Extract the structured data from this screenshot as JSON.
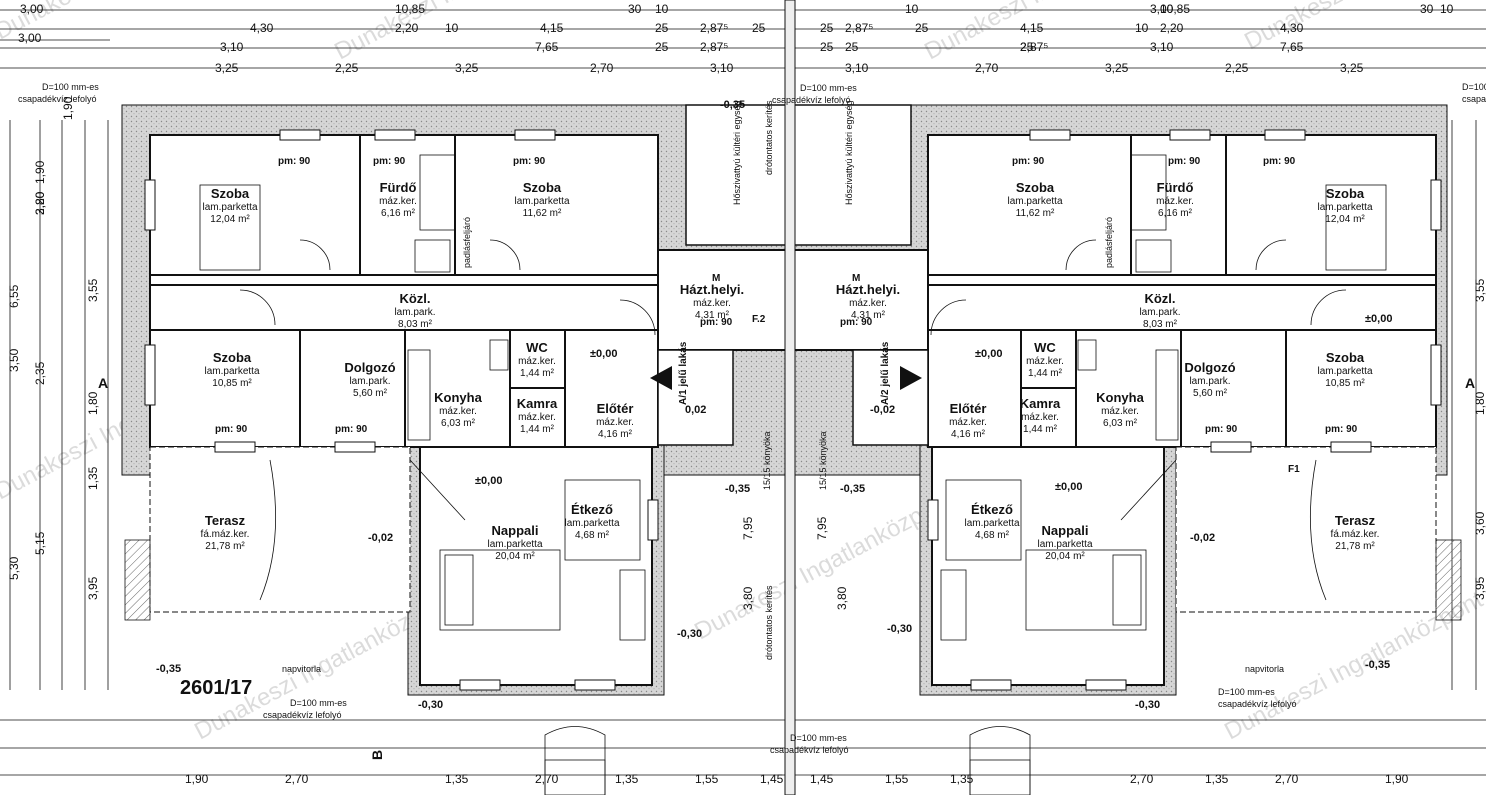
{
  "dims": {
    "top1": [
      "3,00",
      "10,85",
      "30",
      "10",
      "10",
      "3,00",
      "10,85",
      "30",
      "10"
    ],
    "top2": [
      "4,30",
      "2,20",
      "10",
      "4,15",
      "25",
      "2,87⁵",
      "25",
      "25",
      "2,87⁵",
      "25",
      "4,15",
      "10",
      "2,20",
      "4,30"
    ],
    "top3": [
      "3,10",
      "7,65",
      "25",
      "2,87⁵",
      "25",
      "25",
      "2,87⁵",
      "25",
      "7,65",
      "3,10"
    ],
    "top4": [
      "3,25",
      "2,25",
      "3,25",
      "2,70",
      "3,10",
      "3,10",
      "2,70",
      "3,25",
      "2,25",
      "3,25"
    ],
    "bottom": [
      "1,90",
      "2,70",
      "1,35",
      "2,70",
      "1,35",
      "1,55",
      "1,45",
      "1,45",
      "1,55",
      "1,35",
      "2,70",
      "1,35",
      "2,70",
      "1,90"
    ],
    "left_outer": [
      "6,55",
      "3,50",
      "5,30"
    ],
    "left_mid": [
      "1,90",
      "2,80",
      "3,20",
      "2,35",
      "5,15"
    ],
    "left_inner": [
      "3,55",
      "1,80",
      "1,35",
      "3,95"
    ],
    "right": [
      "3,55",
      "1,80",
      "3,60",
      "3,95"
    ],
    "mid_v": [
      "2,70",
      "7,95",
      "3,80",
      "7,95",
      "3,80",
      "2,70"
    ]
  },
  "rooms": {
    "szoba_l1": {
      "name": "Szoba",
      "floor": "lam.parketta",
      "area": "12,04 m²"
    },
    "furdo_l": {
      "name": "Fürdő",
      "floor": "máz.ker.",
      "area": "6,16 m²"
    },
    "szoba_l2": {
      "name": "Szoba",
      "floor": "lam.parketta",
      "area": "11,62 m²"
    },
    "kozl_l": {
      "name": "Közl.",
      "floor": "lam.park.",
      "area": "8,03 m²"
    },
    "szoba_l3": {
      "name": "Szoba",
      "floor": "lam.parketta",
      "area": "10,85 m²"
    },
    "dolgozo_l": {
      "name": "Dolgozó",
      "floor": "lam.park.",
      "area": "5,60 m²"
    },
    "wc_l": {
      "name": "WC",
      "floor": "máz.ker.",
      "area": "1,44 m²"
    },
    "konyha_l": {
      "name": "Konyha",
      "floor": "máz.ker.",
      "area": "6,03 m²"
    },
    "kamra_l": {
      "name": "Kamra",
      "floor": "máz.ker.",
      "area": "1,44 m²"
    },
    "eloter_l": {
      "name": "Előtér",
      "floor": "máz.ker.",
      "area": "4,16 m²"
    },
    "hazt_l": {
      "name": "Házt.helyi.",
      "floor": "máz.ker.",
      "area": "4,31 m²"
    },
    "terasz_l": {
      "name": "Terasz",
      "floor": "fá.máz.ker.",
      "area": "21,78 m²"
    },
    "nappali_l": {
      "name": "Nappali",
      "floor": "lam.parketta",
      "area": "20,04 m²"
    },
    "etkezo_l": {
      "name": "Étkező",
      "floor": "lam.parketta",
      "area": "4,68 m²"
    },
    "szoba_r1": {
      "name": "Szoba",
      "floor": "lam.parketta",
      "area": "12,04 m²"
    },
    "furdo_r": {
      "name": "Fürdő",
      "floor": "máz.ker.",
      "area": "6,16 m²"
    },
    "szoba_r2": {
      "name": "Szoba",
      "floor": "lam.parketta",
      "area": "11,62 m²"
    },
    "kozl_r": {
      "name": "Közl.",
      "floor": "lam.park.",
      "area": "8,03 m²"
    },
    "szoba_r3": {
      "name": "Szoba",
      "floor": "lam.parketta",
      "area": "10,85 m²"
    },
    "dolgozo_r": {
      "name": "Dolgozó",
      "floor": "lam.park.",
      "area": "5,60 m²"
    },
    "wc_r": {
      "name": "WC",
      "floor": "máz.ker.",
      "area": "1,44 m²"
    },
    "konyha_r": {
      "name": "Konyha",
      "floor": "máz.ker.",
      "area": "6,03 m²"
    },
    "kamra_r": {
      "name": "Kamra",
      "floor": "máz.ker.",
      "area": "1,44 m²"
    },
    "eloter_r": {
      "name": "Előtér",
      "floor": "máz.ker.",
      "area": "4,16 m²"
    },
    "hazt_r": {
      "name": "Házt.helyi.",
      "floor": "máz.ker.",
      "area": "4,31 m²"
    },
    "terasz_r": {
      "name": "Terasz",
      "floor": "fá.máz.ker.",
      "area": "21,78 m²"
    },
    "nappali_r": {
      "name": "Nappali",
      "floor": "lam.parketta",
      "area": "20,04 m²"
    },
    "etkezo_r": {
      "name": "Étkező",
      "floor": "lam.parketta",
      "area": "4,68 m²"
    }
  },
  "labels": {
    "pm90": "pm: 90",
    "downpipe_1": "D=100 mm-es",
    "downpipe_2": "csapadékvíz lefolyó",
    "heatpump": "Hőszivattyú kültéri egység",
    "fence": "drótontatos kerítés",
    "napvitorla": "napvitorla",
    "padlasfeljaro": "padlásfeljáró",
    "konyoka": "15/15 könyöka",
    "flat_a1": "A/1 jelű lakás",
    "flat_a2": "A/2 jelű lakás",
    "lot": "2601/17",
    "axis_a": "A",
    "axis_b": "B",
    "f1": "F1",
    "f2": "F.2",
    "m": "M"
  },
  "levels": {
    "zero": "±0,00",
    "m002": "-0,02",
    "p002": "0,02",
    "m030": "-0,30",
    "m035": "-0,35"
  },
  "watermark": "Dunakeszi Ingatlanközpont"
}
